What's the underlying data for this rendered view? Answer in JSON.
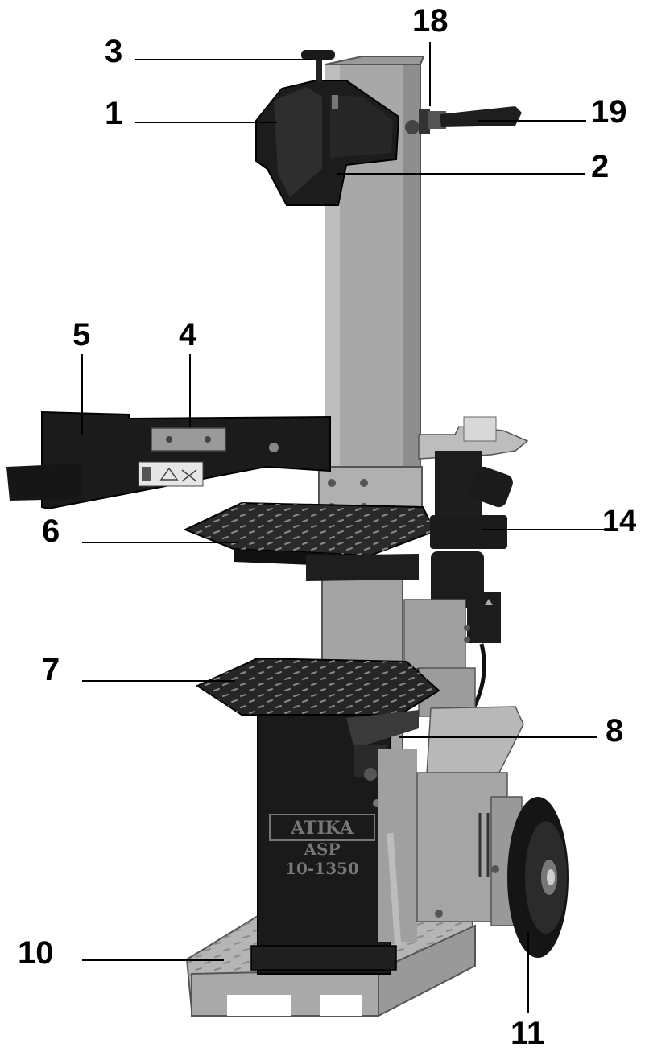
{
  "callouts": {
    "c1": "1",
    "c2": "2",
    "c3": "3",
    "c4": "4",
    "c5": "5",
    "c6": "6",
    "c7": "7",
    "c8": "8",
    "c10": "10",
    "c11": "11",
    "c14": "14",
    "c18": "18",
    "c19": "19"
  },
  "machine_plate": {
    "line1": "ATIKA",
    "line2": "ASP",
    "line3": "10-1350"
  }
}
